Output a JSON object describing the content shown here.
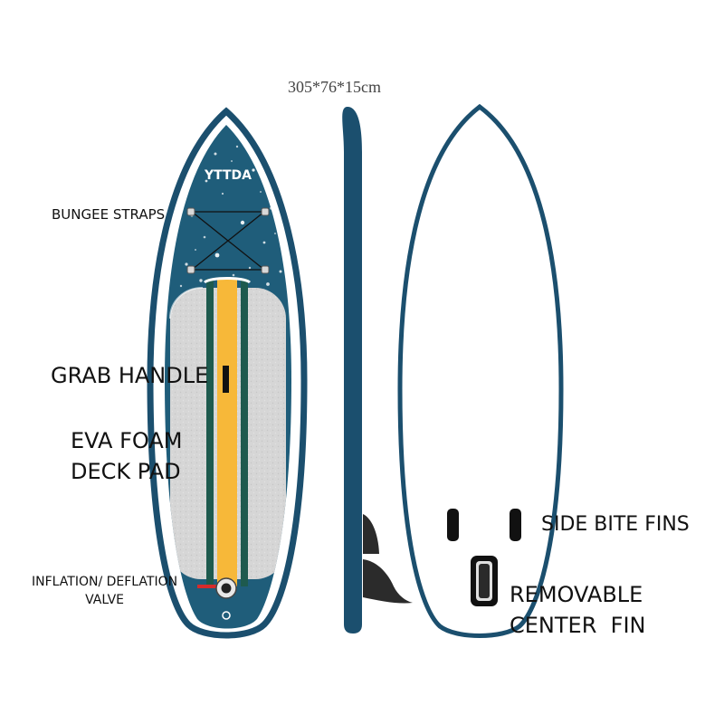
{
  "dimensions": "305*76*15cm",
  "brand": "YTTDA",
  "labels": {
    "bungee_straps": "BUNGEE STRAPS",
    "grab_handle": "GRAB HANDLE",
    "eva_foam_line1": "EVA FOAM",
    "eva_foam_line2": "DECK PAD",
    "valve_line1": "INFLATION/ DEFLATION",
    "valve_line2": "VALVE",
    "side_bite_fins": "SIDE BITE FINS",
    "center_fin_line1": "REMOVABLE",
    "center_fin_line2": "CENTER  FIN"
  },
  "colors": {
    "board_navy": "#1b4f6e",
    "deck_teal": "#1f5d7a",
    "stripe_yellow": "#f7b839",
    "stripe_green": "#1e5a4e",
    "pad_gray": "#d4d4d4",
    "valve_red": "#d62b2b"
  }
}
